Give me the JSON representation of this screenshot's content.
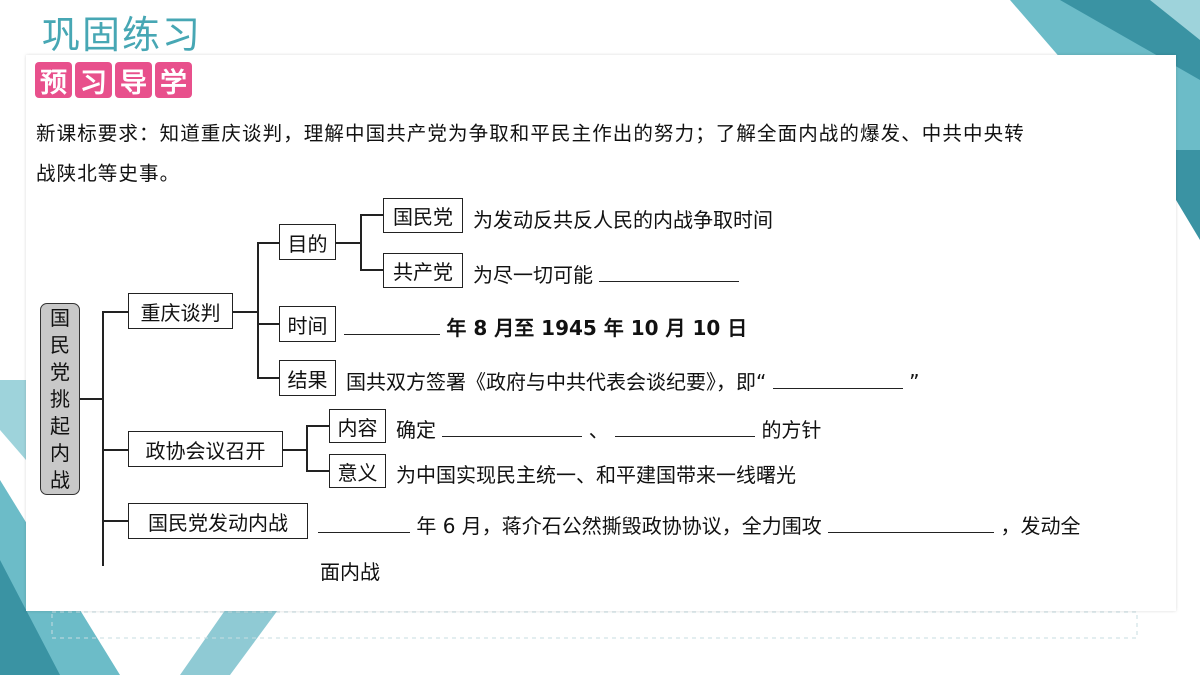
{
  "header": {
    "title": "巩固练习",
    "section_badge": [
      "预",
      "习",
      "导",
      "学"
    ]
  },
  "requirement": {
    "line1": "新课标要求：知道重庆谈判，理解中国共产党为争取和平民主作出的努力；了解全面内战的爆发、中共中央转",
    "line2": "战陕北等史事。"
  },
  "diagram": {
    "root": [
      "国",
      "民",
      "党",
      "挑",
      "起",
      "内",
      "战"
    ],
    "chongqing": {
      "label": "重庆谈判",
      "purpose": {
        "label": "目的",
        "kmt_label": "国民党",
        "kmt_text": "为发动反共反人民的内战争取时间",
        "cpc_label": "共产党",
        "cpc_text": "为尽一切可能"
      },
      "time": {
        "label": "时间",
        "text": "年 8 月至 1945 年 10 月 10 日"
      },
      "result": {
        "label": "结果",
        "text": "国共双方签署《政府与中共代表会谈纪要》，即“",
        "close_quote": "”"
      }
    },
    "pcc": {
      "label": "政协会议召开",
      "content": {
        "label": "内容",
        "prefix": "确定",
        "sep": "、",
        "suffix": "的方针"
      },
      "meaning": {
        "label": "意义",
        "text": "为中国实现民主统一、和平建国带来一线曙光"
      }
    },
    "civil_war": {
      "label": "国民党发动内战",
      "text1": "年 6 月，蒋介石公然撕毁政协协议，全力围攻",
      "text1_end": "，发动全",
      "text2": "面内战"
    }
  },
  "colors": {
    "accent": "#47a7b4",
    "badge": "#e8508c",
    "root_fill": "#c8c8c8"
  }
}
